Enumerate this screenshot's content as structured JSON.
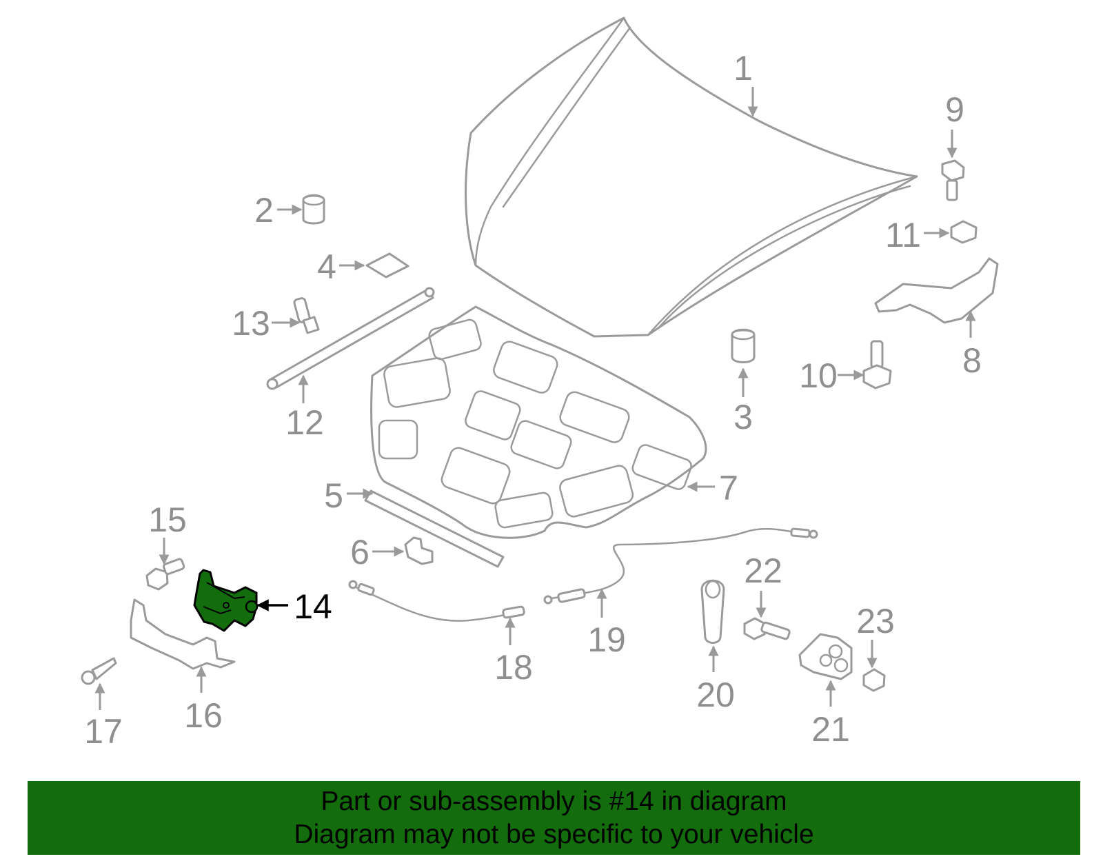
{
  "highlight_color": "#136d0d",
  "callouts": {
    "c1": "1",
    "c2": "2",
    "c3": "3",
    "c4": "4",
    "c5": "5",
    "c6": "6",
    "c7": "7",
    "c8": "8",
    "c9": "9",
    "c10": "10",
    "c11": "11",
    "c12": "12",
    "c13": "13",
    "c14": "14",
    "c15": "15",
    "c16": "16",
    "c17": "17",
    "c18": "18",
    "c19": "19",
    "c20": "20",
    "c21": "21",
    "c22": "22",
    "c23": "23"
  },
  "banner": {
    "line1": "Part or sub-assembly is #14 in diagram",
    "line2": "Diagram may not be specific to your vehicle"
  }
}
